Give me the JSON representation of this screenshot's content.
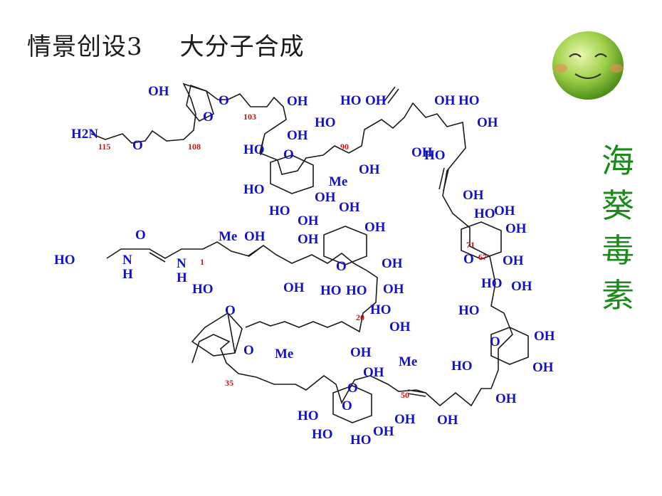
{
  "title": {
    "part1": "情景创设3",
    "part2": "大分子合成"
  },
  "side_label": [
    "海",
    "葵",
    "毒",
    "素"
  ],
  "colors": {
    "text": "#1a1a1a",
    "atoms": "#1111cc",
    "numbers": "#cc1111",
    "side": "#1a8a1a",
    "face": "#8cc63f"
  },
  "atom_labels": [
    "OH",
    "H2N",
    "O",
    "O",
    "O",
    "OH",
    "OH",
    "HO",
    "OH",
    "HO",
    "OH",
    "HO",
    "OH",
    "HO",
    "OH",
    "O",
    "Me",
    "OH",
    "HO",
    "HO",
    "OH",
    "OH",
    "OH",
    "O",
    "OH",
    "HO",
    "O",
    "O",
    "Me",
    "OH",
    "OH",
    "HO",
    "N",
    "H",
    "N",
    "H",
    "HO",
    "OH",
    "O",
    "HO",
    "OH",
    "HO",
    "OH",
    "HO",
    "OH",
    "OH",
    "O",
    "OH",
    "HO",
    "OH",
    "OH",
    "HO",
    "O",
    "O",
    "Me",
    "OH",
    "Me",
    "OH",
    "HO",
    "OH",
    "HO",
    "O",
    "OH",
    "HO",
    "HO",
    "OH",
    "OH",
    "OH",
    "HO",
    "OH",
    "OH"
  ],
  "atom_numbers": [
    "115",
    "108",
    "103",
    "90",
    "71",
    "67",
    "1",
    "20",
    "35",
    "50"
  ]
}
